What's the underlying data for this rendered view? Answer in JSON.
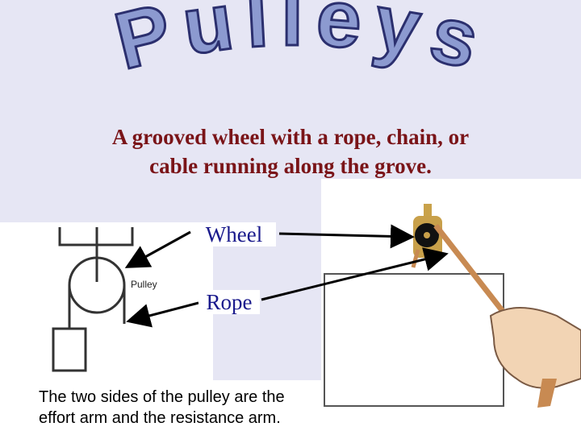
{
  "title": "Pulleys",
  "subtitle_line1": "A grooved wheel with a rope, chain, or",
  "subtitle_line2": "cable running along the grove.",
  "labels": {
    "wheel": "Wheel",
    "rope": "Rope"
  },
  "diagram": {
    "tag": "Pulley"
  },
  "caption_line1": "The two sides of the pulley are the",
  "caption_line2": "effort arm and the resistance arm.",
  "colors": {
    "background": "#e6e6f4",
    "title_fill": "#8c9ad0",
    "title_outline": "#2b2f6e",
    "subtitle": "#7a1418",
    "label": "#1a1a8c"
  }
}
